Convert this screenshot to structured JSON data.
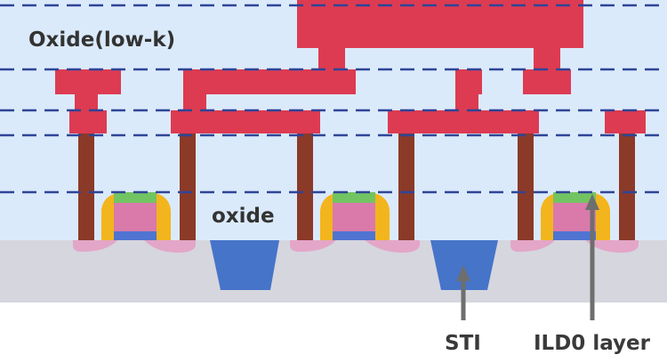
{
  "labels": {
    "oxide_low_k": "Oxide(low-k)",
    "oxide": "oxide",
    "sti": "STI",
    "ild0_layer": "ILD0 layer"
  },
  "colors": {
    "oxide_background": "#dbeafb",
    "substrate": "#d6d6de",
    "metal": "#dd3b52",
    "via_contact": "#8b3a28",
    "sti": "#4674c9",
    "spacer": "#f2b51d",
    "gate_cap": "#72c462",
    "gate": "#d97aab",
    "gate_oxide": "#4f74d1",
    "source_drain": "#e3a6c8",
    "dashed_line": "#2e4597",
    "arrow": "#6e6e6e"
  }
}
